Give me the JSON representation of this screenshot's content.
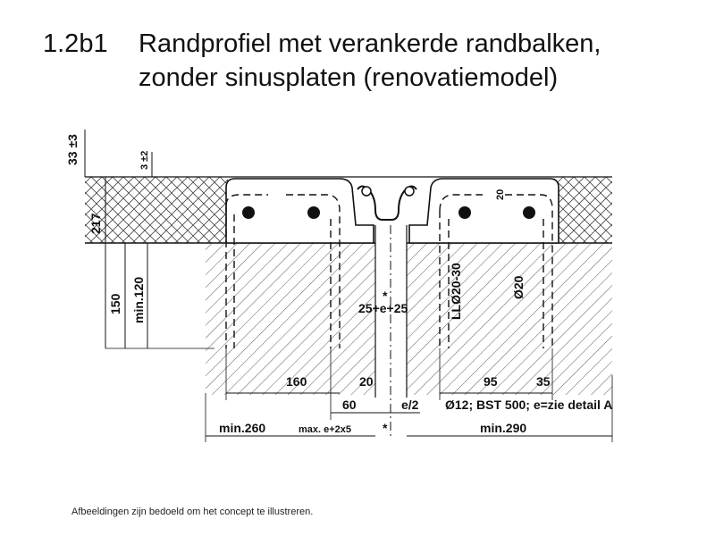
{
  "title": {
    "number": "1.2b1",
    "line1": "Randprofiel met verankerde randbalken,",
    "line2": "zonder sinusplaten (renovatiemodel)"
  },
  "caption": "Afbeeldingen zijn bedoeld om het concept te illustreren.",
  "dimensions": {
    "d33": "33 ±3",
    "d3": "3 ±2",
    "d217": "217",
    "d150": "150",
    "dmin120": "min.120",
    "d25e25": "25+e+25",
    "star_top": "*",
    "star_bottom": "*",
    "dLL": "LLØ20-30",
    "dphi20": "Ø20",
    "d20": "20",
    "d160": "160",
    "d20b": "20",
    "d60": "60",
    "de2": "e/2",
    "dminleft": "min.260",
    "dmax": "max. e+2x5",
    "d95": "95",
    "d35": "35",
    "rebar_note": "Ø12; BST 500; e=zie detail A",
    "dminright": "min.290"
  }
}
